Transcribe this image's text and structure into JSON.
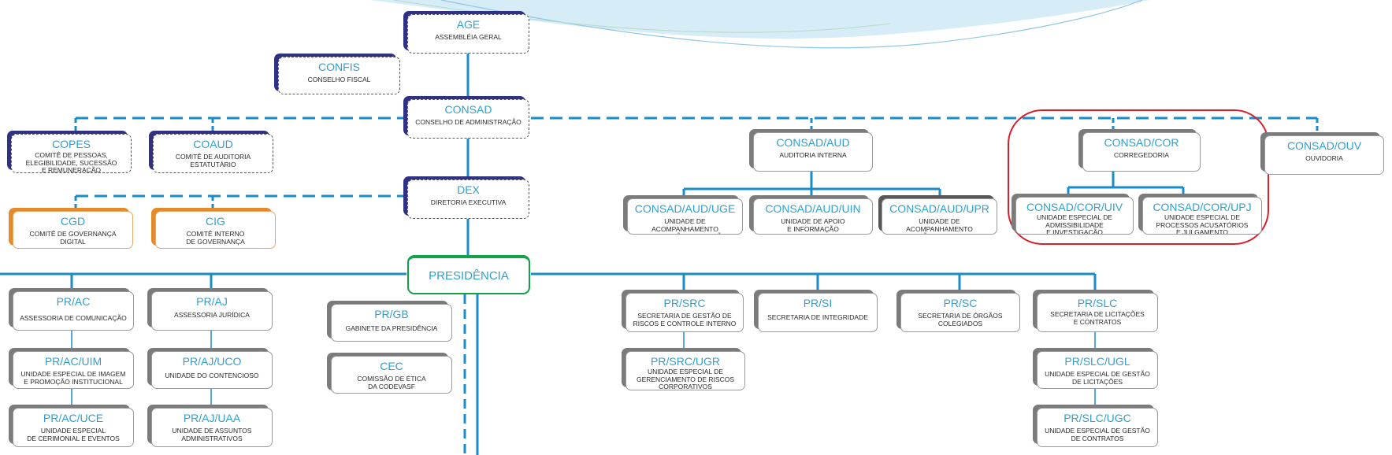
{
  "colors": {
    "line": "#1a8dc9",
    "code": "#2ea0cf",
    "shadow_gray": "#7b7b7b",
    "shadow_navy": "#2f3184",
    "shadow_orange": "#e58a2a",
    "presidencia_border": "#13a24a",
    "highlight": "#d4212b"
  },
  "top": {
    "age": {
      "code": "AGE",
      "desc": "ASSEMBLÉIA GERAL"
    },
    "confis": {
      "code": "CONFIS",
      "desc": "CONSELHO FISCAL"
    },
    "consad": {
      "code": "CONSAD",
      "desc": "CONSELHO DE ADMINISTRAÇÃO"
    },
    "dex": {
      "code": "DEX",
      "desc": "DIRETORIA EXECUTIVA"
    },
    "presidencia": {
      "code": "PRESIDÊNCIA"
    }
  },
  "committees": {
    "copes": {
      "code": "COPES",
      "desc": "COMITÊ DE PESSOAS,\nELEGIBILIDADE, SUCESSÃO\nE REMUNERAÇÃO"
    },
    "coaud": {
      "code": "COAUD",
      "desc": "COMITÊ DE AUDITORIA\nESTATUTÁRIO"
    },
    "cgd": {
      "code": "CGD",
      "desc": "COMITÊ DE GOVERNANÇA\nDIGITAL"
    },
    "cig": {
      "code": "CIG",
      "desc": "COMITÊ INTERNO\nDE GOVERNANÇA"
    }
  },
  "consad_units": {
    "aud": {
      "code": "CONSAD/AUD",
      "desc": "AUDITORIA INTERNA"
    },
    "aud_uge": {
      "code": "CONSAD/AUD/UGE",
      "desc": "UNIDADE DE ACOMPANHAMENTO\nE AVALIAÇÃO DA GESTÃO"
    },
    "aud_uin": {
      "code": "CONSAD/AUD/UIN",
      "desc": "UNIDADE DE APOIO\nE INFORMAÇÃO"
    },
    "aud_upr": {
      "code": "CONSAD/AUD/UPR",
      "desc": "UNIDADE DE ACOMPANHAMENTO\nE AVALIAÇÃO DE PROGRAMAS"
    },
    "cor": {
      "code": "CONSAD/COR",
      "desc": "CORREGEDORIA"
    },
    "cor_uiv": {
      "code": "CONSAD/COR/UIV",
      "desc": "UNIDADE ESPECIAL DE\nADMISSIBILIDADE\nE INVESTIGAÇÃO"
    },
    "cor_upj": {
      "code": "CONSAD/COR/UPJ",
      "desc": "UNIDADE ESPECIAL DE\nPROCESSOS ACUSATÓRIOS\nE JULGAMENTO"
    },
    "ouv": {
      "code": "CONSAD/OUV",
      "desc": "OUVIDORIA"
    }
  },
  "pr_units": {
    "ac": {
      "code": "PR/AC",
      "desc": "ASSESSORIA DE COMUNICAÇÃO"
    },
    "ac_uim": {
      "code": "PR/AC/UIM",
      "desc": "UNIDADE ESPECIAL DE IMAGEM\nE PROMOÇÃO INSTITUCIONAL"
    },
    "ac_uce": {
      "code": "PR/AC/UCE",
      "desc": "UNIDADE ESPECIAL\nDE CERIMONIAL E EVENTOS"
    },
    "aj": {
      "code": "PR/AJ",
      "desc": "ASSESSORIA JURÍDICA"
    },
    "aj_uco": {
      "code": "PR/AJ/UCO",
      "desc": "UNIDADE DO CONTENCIOSO"
    },
    "aj_uaa": {
      "code": "PR/AJ/UAA",
      "desc": "UNIDADE DE ASSUNTOS\nADMINISTRATIVOS"
    },
    "gb": {
      "code": "PR/GB",
      "desc": "GABINETE DA PRESIDÊNCIA"
    },
    "cec": {
      "code": "CEC",
      "desc": "COMISSÃO DE ÉTICA\nDA CODEVASF"
    },
    "src": {
      "code": "PR/SRC",
      "desc": "SECRETARIA DE GESTÃO DE\nRISCOS E CONTROLE INTERNO"
    },
    "src_ugr": {
      "code": "PR/SRC/UGR",
      "desc": "UNIDADE ESPECIAL DE\nGERENCIAMENTO DE RISCOS\nCORPORATIVOS"
    },
    "si": {
      "code": "PR/SI",
      "desc": "SECRETARIA DE INTEGRIDADE"
    },
    "sc": {
      "code": "PR/SC",
      "desc": "SECRETARIA DE ÓRGÃOS\nCOLEGIADOS"
    },
    "slc": {
      "code": "PR/SLC",
      "desc": "SECRETARIA DE LICITAÇÕES\nE CONTRATOS"
    },
    "slc_ugl": {
      "code": "PR/SLC/UGL",
      "desc": "UNIDADE ESPECIAL DE GESTÃO\nDE LICITAÇÕES"
    },
    "slc_ugc": {
      "code": "PR/SLC/UGC",
      "desc": "UNIDADE ESPECIAL DE GESTÃO\nDE CONTRATOS"
    }
  }
}
